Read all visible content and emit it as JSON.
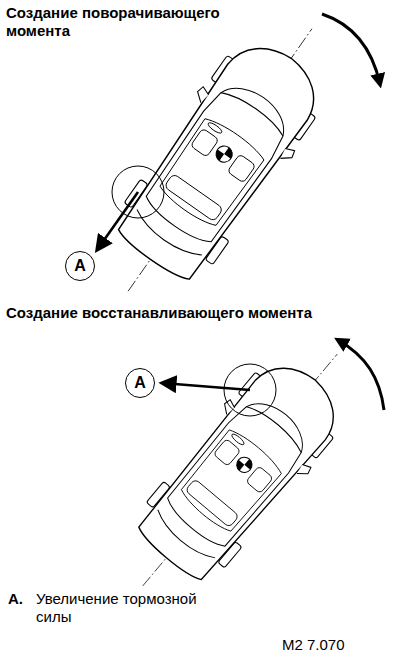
{
  "diagram": {
    "nodes": [
      {
        "text": [
          "A"
        ]
      },
      {
        "text": [
          "A"
        ]
      }
    ],
    "labels": [
      "Создание поворачивающего момента",
      "Создание восстанавливающего момента",
      "A.",
      "Увеличение тормозной силы",
      "M2 7.070"
    ]
  }
}
